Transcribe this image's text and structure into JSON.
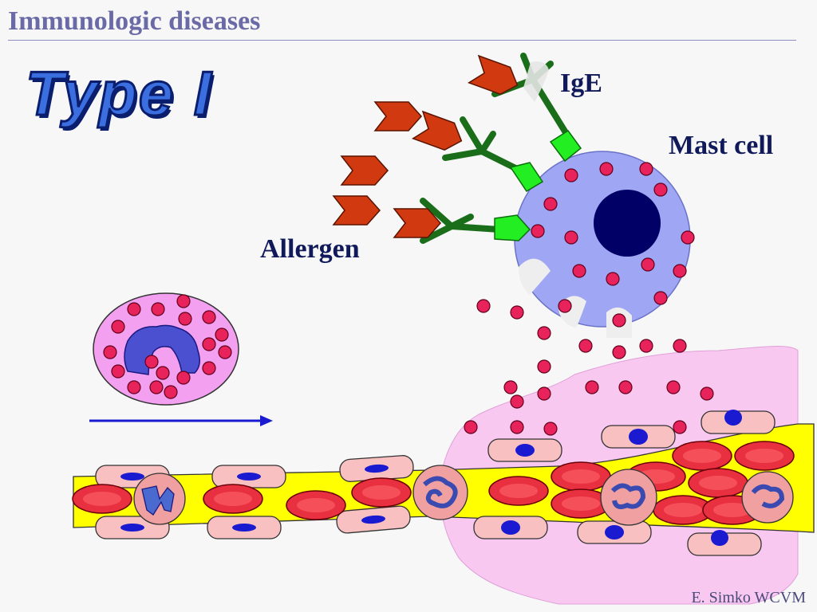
{
  "header": {
    "title": "Immunologic diseases"
  },
  "heading": {
    "type_label": "Type I"
  },
  "labels": {
    "ige": "IgE",
    "mast_cell": "Mast cell",
    "allergen": "Allergen"
  },
  "footer": {
    "credit": "E. Simko WCVM"
  },
  "colors": {
    "title": "#6a6aa6",
    "type_fill": "#3b6fe0",
    "label": "#101a5a",
    "mast_cell": "#9fa6f3",
    "mast_nucleus": "#000066",
    "granule": "#e8225a",
    "antibody": "#1a6e1a",
    "receptor": "#22ee22",
    "allergen": "#d13a10",
    "tissue": "#f8c8f0",
    "vessel_lumen": "#ffff00",
    "endothelium": "#f8c0c0",
    "erythrocyte": "#e83040",
    "nucleus": "#2233aa",
    "arrow": "#1a1ad0"
  },
  "icons": [
    "allergen-chevron",
    "ige-antibody",
    "mast-cell",
    "granule",
    "eosinophil",
    "erythrocyte",
    "endothelial-cell",
    "migration-arrow"
  ]
}
